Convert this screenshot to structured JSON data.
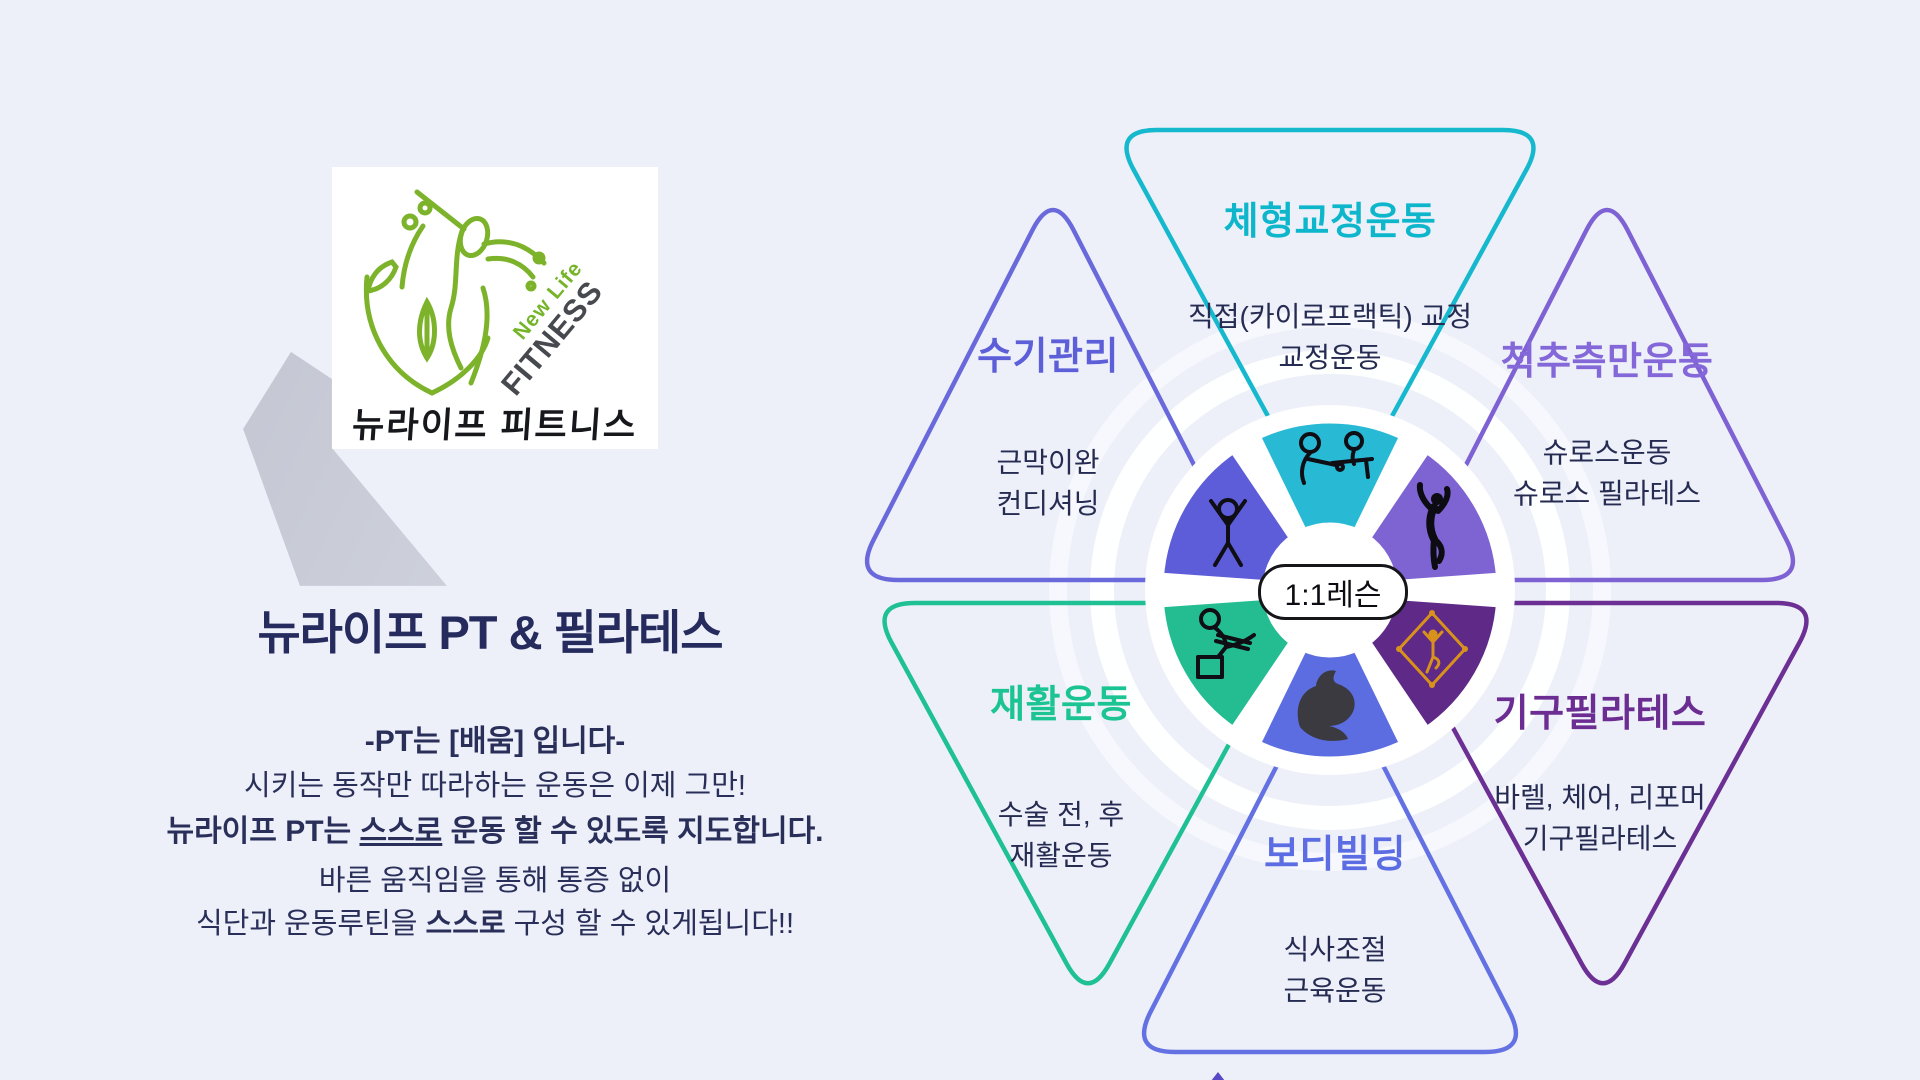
{
  "page": {
    "background": "#edf0f9"
  },
  "logo": {
    "new_life": "New Life",
    "fitness": "FITNESS",
    "korean": "뉴라이프 피트니스",
    "green": "#7cb32b",
    "dark": "#46494e"
  },
  "intro": {
    "title": "뉴라이프 PT & 필라테스",
    "title_color": "#262b5e",
    "text_color": "#2a2f5a",
    "line1": "-PT는 [배움] 입니다-",
    "line2": "시키는 동작만 따라하는 운동은 이제 그만!",
    "line3": {
      "pre": "뉴라이프 PT는 ",
      "underlined": "스스로",
      "post": " 운동 할 수 있도록 지도합니다."
    },
    "line4": "바른 움직임을 통해 통증 없이",
    "line5": {
      "pre": "식단과 운동루틴을 ",
      "bold": "스스로",
      "post": " 구성 할 수 있게됩니다!!"
    }
  },
  "diagram": {
    "center_label": "1:1레슨",
    "sections": [
      {
        "id": "posture-correction",
        "title": "체형교정운동",
        "desc1": "직접(카이로프랙틱) 교정",
        "desc2": "교정운동",
        "color": "#0eb6cc",
        "outline": "#16b8cd",
        "petal": "#28b9d5",
        "icon": "chiropractic-icon"
      },
      {
        "id": "manual-therapy",
        "title": "수기관리",
        "desc1": "근막이완",
        "desc2": "컨디셔닝",
        "color": "#5d5fd8",
        "outline": "#6a69dc",
        "petal": "#5e5dd9",
        "icon": "assisted-stretch-icon"
      },
      {
        "id": "scoliosis-exercise",
        "title": "척추측만운동",
        "desc1": "슈로스운동",
        "desc2": "슈로스 필라테스",
        "color": "#8467d8",
        "outline": "#7e62d3",
        "petal": "#7e63d3",
        "icon": "dancer-icon"
      },
      {
        "id": "rehab-exercise",
        "title": "재활운동",
        "desc1": "수술 전, 후",
        "desc2": "재활운동",
        "color": "#1bc492",
        "outline": "#1fc093",
        "petal": "#24bd91",
        "icon": "seated-stretch-icon"
      },
      {
        "id": "bodybuilding",
        "title": "보디빌딩",
        "desc1": "식사조절",
        "desc2": "근육운동",
        "color": "#5c6ce2",
        "outline": "#6471e3",
        "petal": "#5b6de1",
        "icon": "biceps-icon"
      },
      {
        "id": "equipment-pilates",
        "title": "기구필라테스",
        "desc1": "바렐, 체어, 리포머",
        "desc2": "기구필라테스",
        "color": "#6b2d92",
        "outline": "#6c2f94",
        "petal": "#5e2987",
        "icon": "yoga-frame-icon"
      }
    ]
  }
}
